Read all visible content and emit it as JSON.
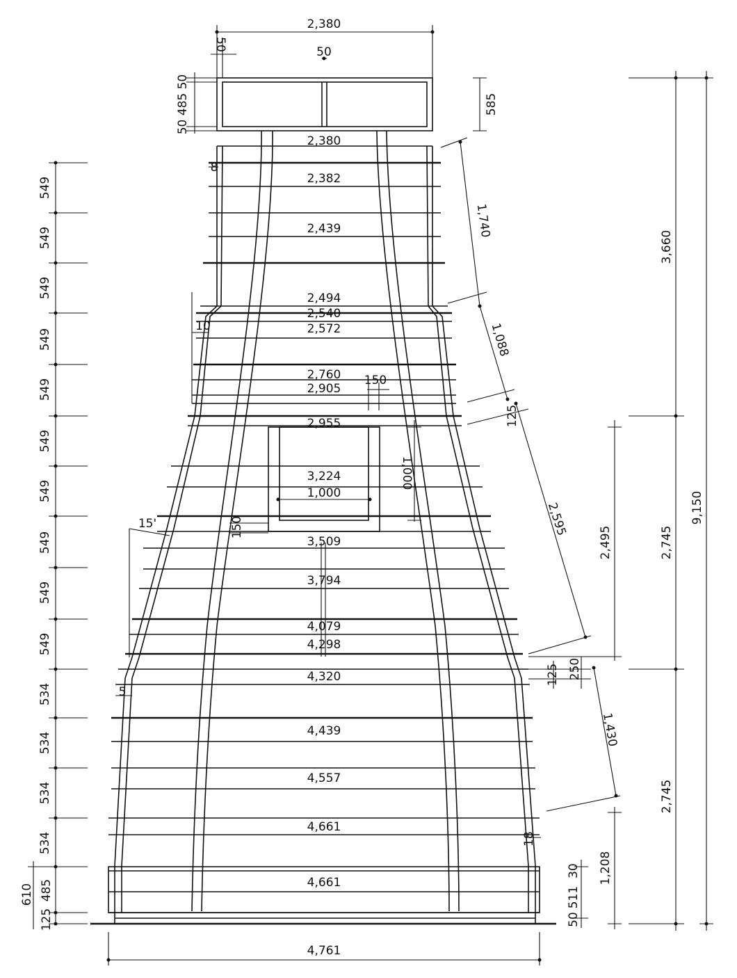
{
  "top_block": {
    "width": "2,380",
    "left_offset": "50",
    "center_mullion": "50",
    "height": "585",
    "stack_labels": "50 485 50"
  },
  "widths": [
    "2,380",
    "2,382",
    "2,439",
    "2,494",
    "2,540",
    "2,572",
    "2,760",
    "2,905",
    "2,955",
    "3,224",
    "1,000",
    "3,509",
    "3,794",
    "4,079",
    "4,298",
    "4,320",
    "4,439",
    "4,557",
    "4,661",
    "4,661"
  ],
  "bottom_width": "4,761",
  "left_levels": [
    "549",
    "549",
    "549",
    "549",
    "549",
    "549",
    "549",
    "549",
    "549",
    "549",
    "534",
    "534",
    "534",
    "534"
  ],
  "left_base": {
    "h1": "610",
    "h2": "485",
    "h3": "125"
  },
  "right_heights": {
    "upper": "3,660",
    "middle": "2,745",
    "lower": "2,745",
    "total": "9,150"
  },
  "inner_heights": {
    "mid": "2,495",
    "low": "1,208",
    "b1": "50",
    "b2": "511",
    "b3": "30"
  },
  "slopes": {
    "s1": "1,740",
    "s2": "1,088",
    "s3": "2,595",
    "s4": "1,430"
  },
  "small_notes": {
    "n125": "125",
    "n150": "150",
    "n150b": "150",
    "n1000": "1,000",
    "n15": "15'",
    "n125b": "125",
    "n250": "250",
    "n18": "18",
    "n5": "5",
    "n10": "10",
    "n8": "8"
  }
}
